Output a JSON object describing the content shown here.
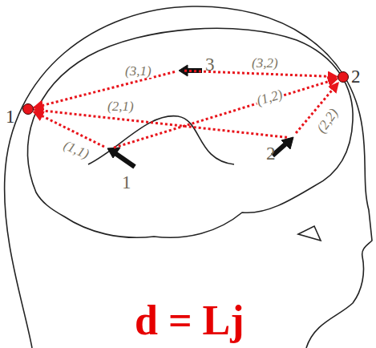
{
  "diagram": {
    "nodes": [
      {
        "text": [
          "1"
        ]
      },
      {
        "text": [
          "2"
        ]
      },
      {
        "text": [
          "1"
        ]
      },
      {
        "text": [
          "2"
        ]
      },
      {
        "text": [
          "3"
        ]
      }
    ],
    "edges": [
      {
        "from": 2,
        "to": 0,
        "arrow": "to",
        "label": "(1,1)"
      },
      {
        "from": 3,
        "to": 0,
        "arrow": "to",
        "label": "(2,1)"
      },
      {
        "from": 4,
        "to": 0,
        "arrow": "to",
        "label": "(3,1)"
      },
      {
        "from": 2,
        "to": 1,
        "arrow": "to",
        "label": "(1,2)"
      },
      {
        "from": 3,
        "to": 1,
        "arrow": "to",
        "label": "(2,2)"
      },
      {
        "from": 4,
        "to": 1,
        "arrow": "to",
        "label": "(3,2)"
      }
    ],
    "labels": [
      "d = Lj"
    ]
  }
}
